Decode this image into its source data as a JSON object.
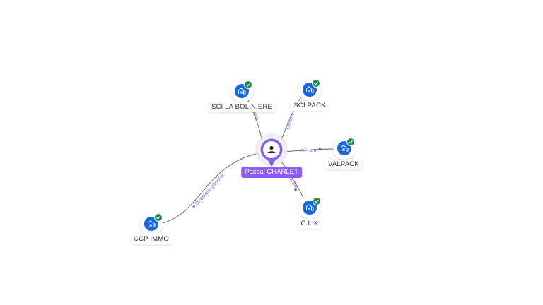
{
  "center": {
    "name": "Pascal CHARLET"
  },
  "companies": [
    {
      "name": "SCI LA BOLINIERE",
      "relation": "Gérant"
    },
    {
      "name": "SCI PACK",
      "relation": "Gérant"
    },
    {
      "name": "VALPACK",
      "relation": "Gérant"
    },
    {
      "name": "C.L.K",
      "relation": "Gérant"
    },
    {
      "name": "CCP IMMO",
      "relation": "Directeur général"
    }
  ],
  "colors": {
    "accent": "#8b5cf6",
    "company_icon": "#1565e8",
    "verified_badge": "#1e8a4a",
    "edge": "#5a5f6b",
    "edge_label": "#7c6cf0"
  },
  "icons": {
    "person": "person-icon",
    "company": "building-icon",
    "verified": "check-badge-icon"
  }
}
